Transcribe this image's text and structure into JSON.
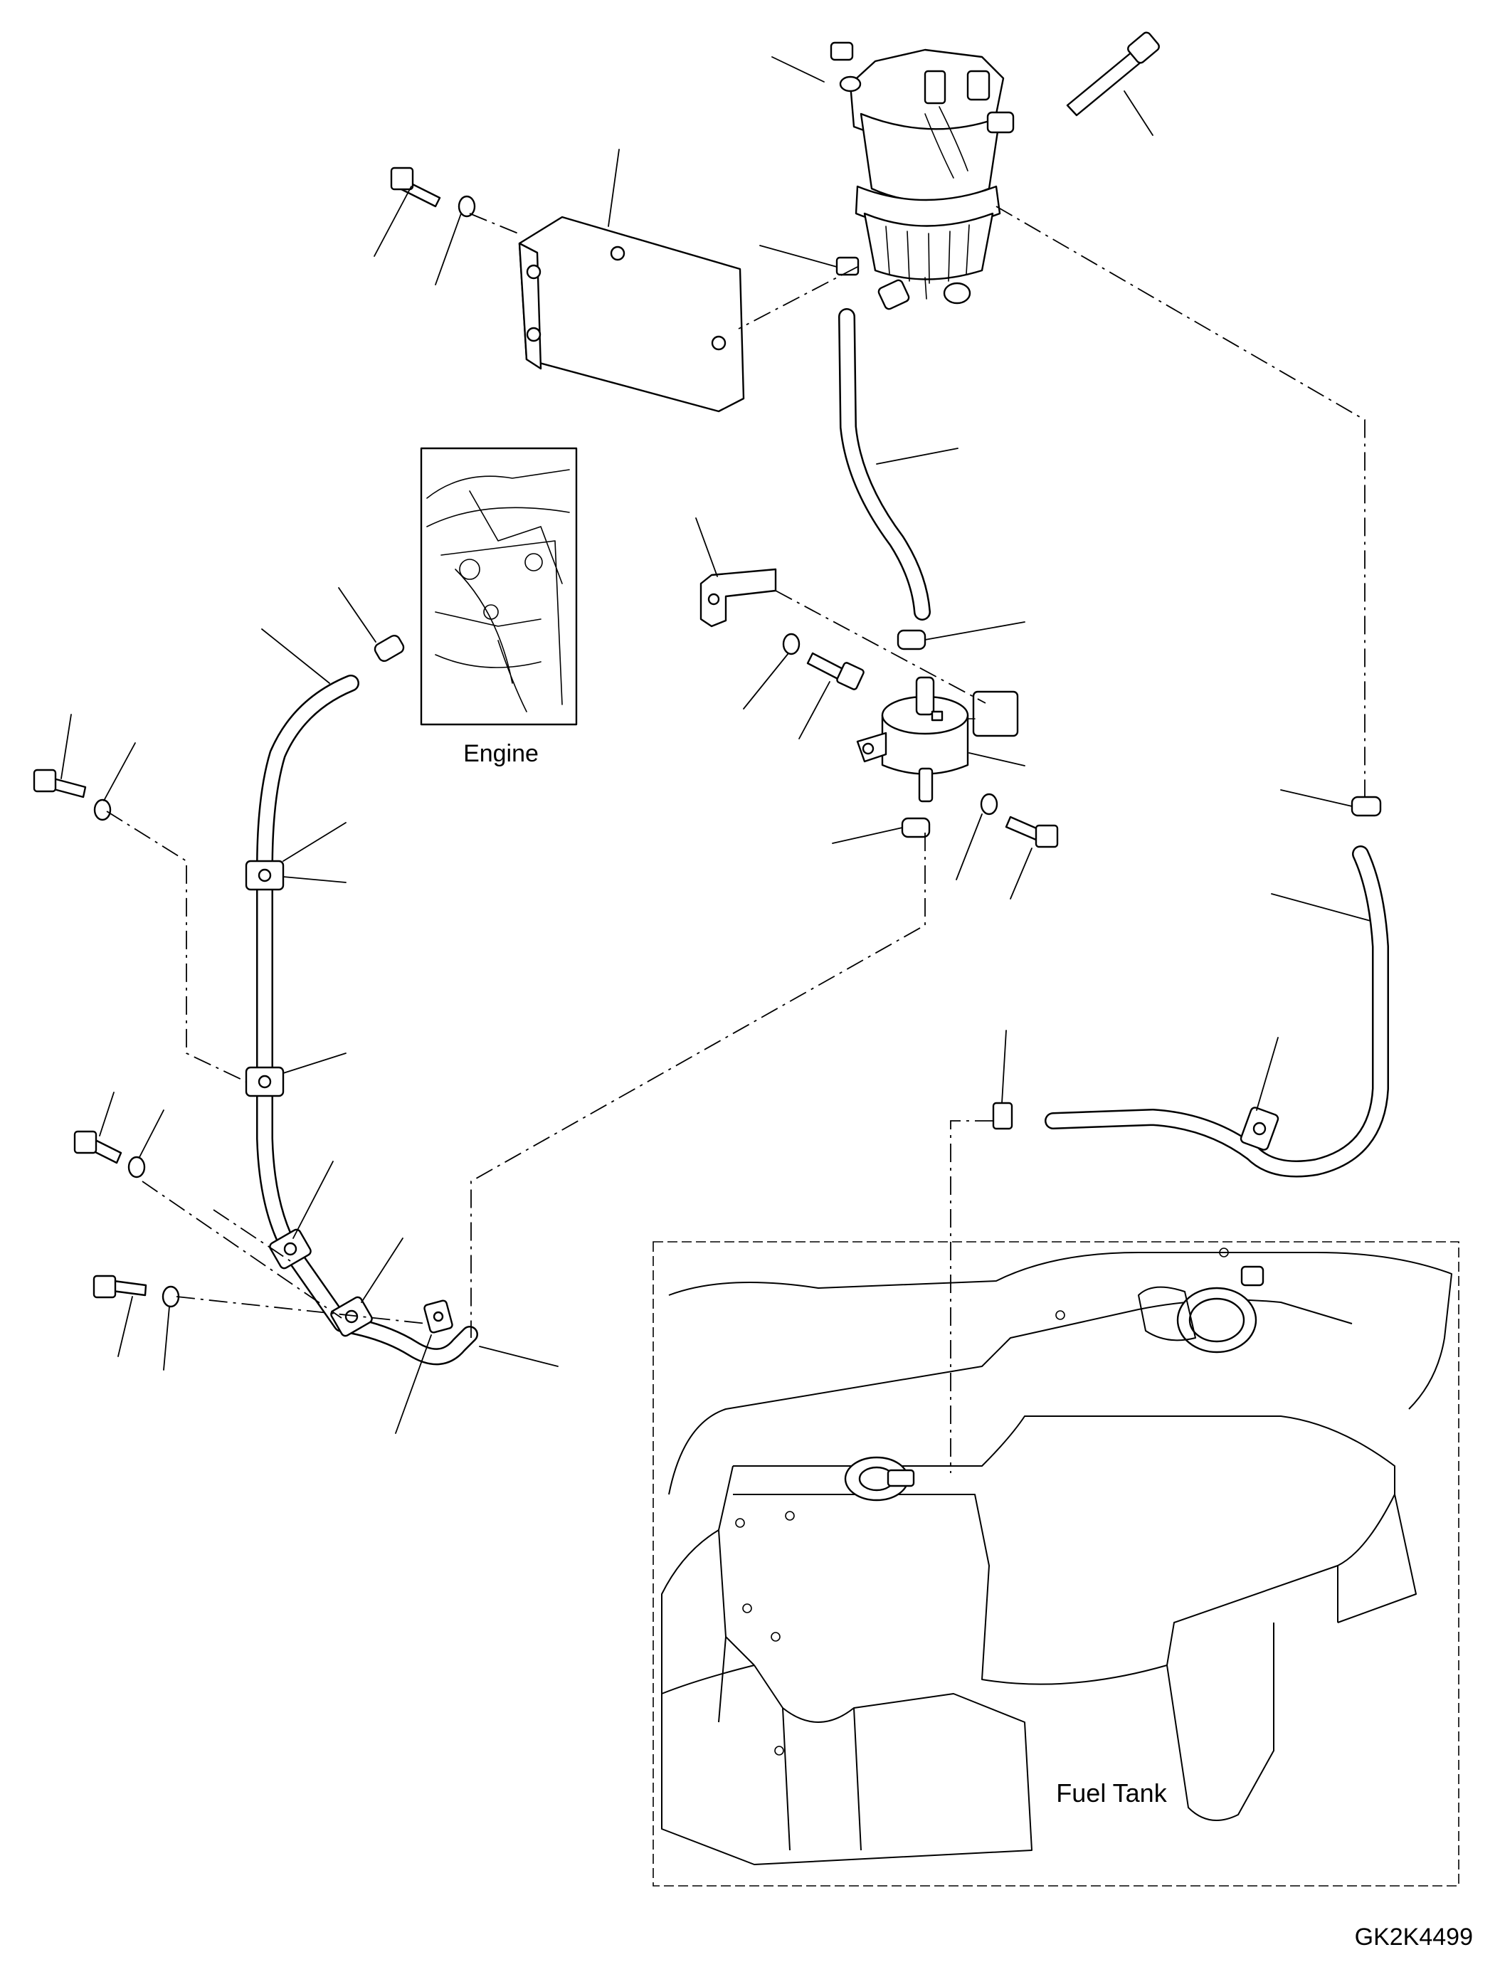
{
  "labels": {
    "engine": "Engine",
    "fuel_tank": "Fuel Tank",
    "drawing_number": "GK2K4499"
  }
}
